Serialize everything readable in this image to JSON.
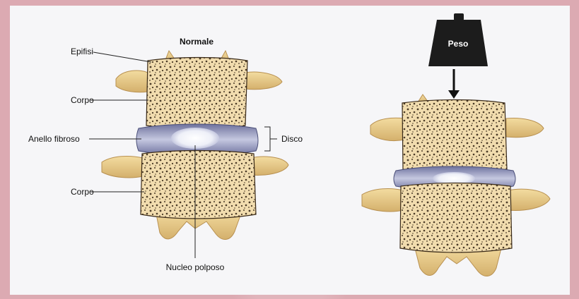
{
  "labels": {
    "title": "Normale",
    "epifisi": "Epifisi",
    "corpo_top": "Corpo",
    "anello": "Anello fibroso",
    "disco": "Disco",
    "corpo_bottom": "Corpo",
    "nucleo": "Nucleo polposo",
    "peso": "Peso"
  },
  "colors": {
    "bone": "#f1dcae",
    "bone_dark": "#d8b878",
    "pore": "#4a3a26",
    "process": "#e6c98a",
    "disc": "#8e92b8",
    "disc_light": "#c5c8e0",
    "nucleus": "#f4f4f8",
    "weight": "#1c1c1c"
  }
}
